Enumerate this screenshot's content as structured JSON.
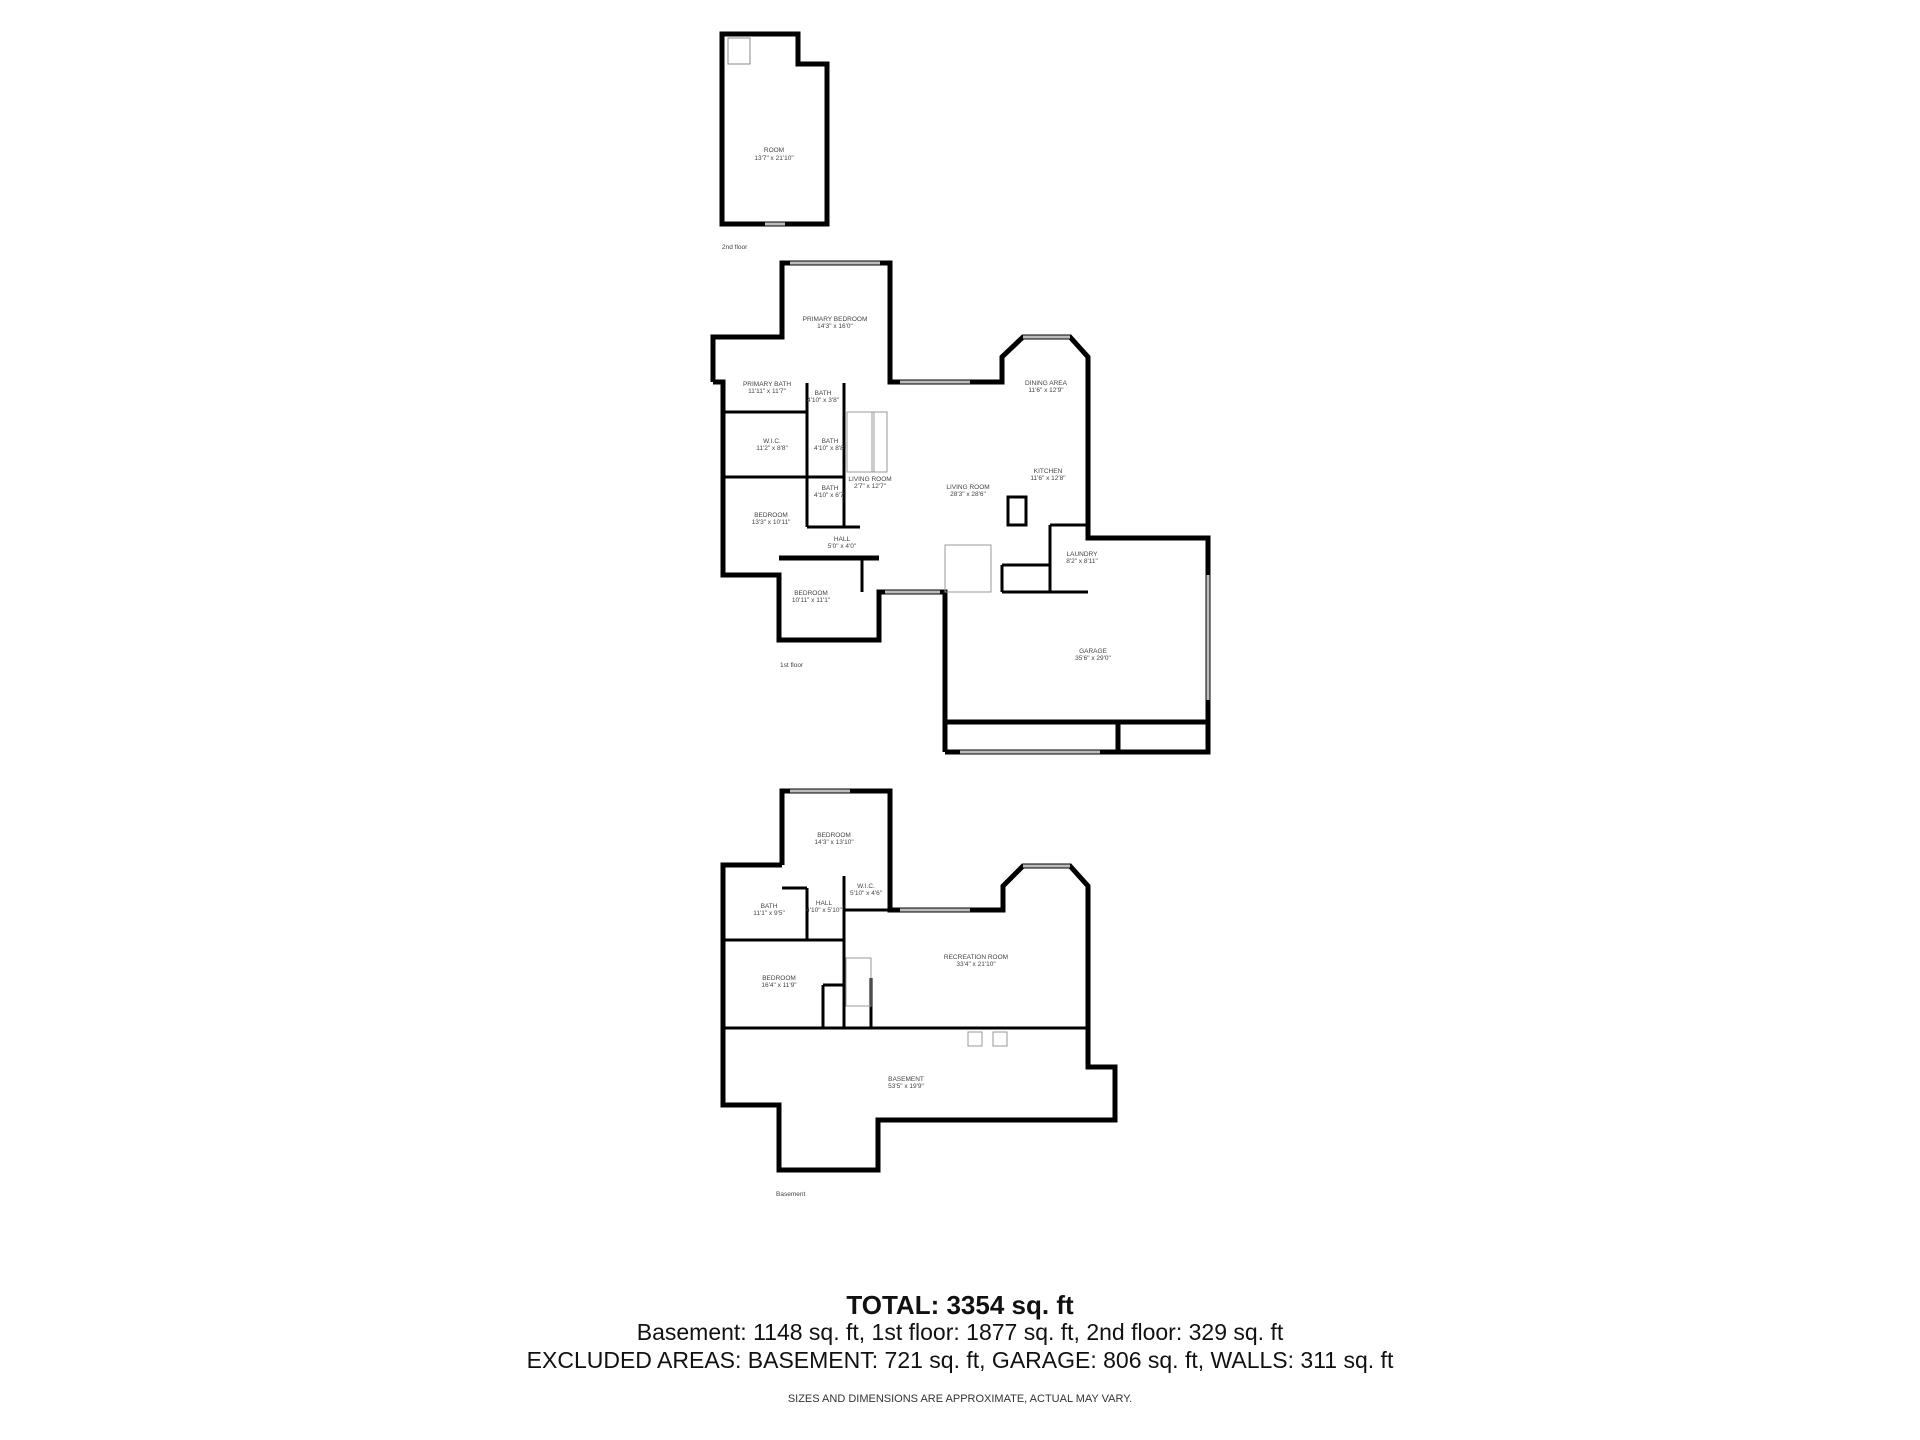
{
  "floors": {
    "second": {
      "label": "2nd floor",
      "rooms": [
        {
          "name": "ROOM",
          "dims": "13'7\" x 21'10\""
        }
      ]
    },
    "first": {
      "label": "1st floor",
      "rooms": [
        {
          "name": "PRIMARY BEDROOM",
          "dims": "14'3\" x 16'0\""
        },
        {
          "name": "PRIMARY BATH",
          "dims": "11'11\" x 11'7\""
        },
        {
          "name": "BATH",
          "dims": "4'10\" x 3'8\""
        },
        {
          "name": "W.I.C.",
          "dims": "11'2\" x 8'8\""
        },
        {
          "name": "BATH",
          "dims": "4'10\" x 8'8\""
        },
        {
          "name": "LIVING ROOM",
          "dims": "2'7\" x 12'7\""
        },
        {
          "name": "BATH",
          "dims": "4'10\" x 6'7\""
        },
        {
          "name": "LIVING ROOM",
          "dims": "28'3\" x 28'6\""
        },
        {
          "name": "DINING AREA",
          "dims": "11'6\" x 12'9\""
        },
        {
          "name": "KITCHEN",
          "dims": "11'6\" x 12'8\""
        },
        {
          "name": "BEDROOM",
          "dims": "13'3\" x 10'11\""
        },
        {
          "name": "HALL",
          "dims": "5'0\" x 4'0\""
        },
        {
          "name": "LAUNDRY",
          "dims": "8'2\" x 8'11\""
        },
        {
          "name": "BEDROOM",
          "dims": "10'11\" x 11'1\""
        },
        {
          "name": "GARAGE",
          "dims": "35'6\" x 29'0\""
        }
      ]
    },
    "basement": {
      "label": "Basement",
      "rooms": [
        {
          "name": "BEDROOM",
          "dims": "14'3\" x 13'10\""
        },
        {
          "name": "BATH",
          "dims": "11'1\" x 9'5\""
        },
        {
          "name": "W.I.C.",
          "dims": "5'10\" x 4'6\""
        },
        {
          "name": "HALL",
          "dims": "4'10\" x 5'10\""
        },
        {
          "name": "RECREATION ROOM",
          "dims": "33'4\" x 21'10\""
        },
        {
          "name": "BEDROOM",
          "dims": "16'4\" x 11'9\""
        },
        {
          "name": "BASEMENT",
          "dims": "53'5\" x 19'9\""
        }
      ]
    }
  },
  "summary": {
    "total": "TOTAL: 3354 sq. ft",
    "line2": "Basement: 1148 sq. ft, 1st floor: 1877 sq. ft, 2nd floor: 329 sq. ft",
    "line3": "EXCLUDED AREAS: BASEMENT: 721 sq. ft, GARAGE: 806 sq. ft, WALLS: 311 sq. ft",
    "disclaimer": "SIZES AND DIMENSIONS ARE APPROXIMATE, ACTUAL MAY VARY."
  }
}
